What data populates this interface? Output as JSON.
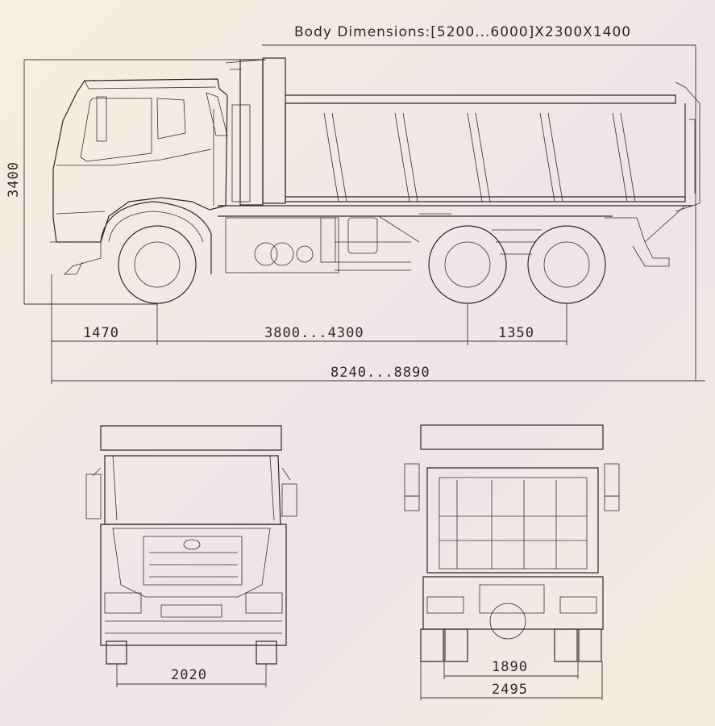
{
  "title": "Body Dimensions:[5200...6000]X2300X1400",
  "dimensions": {
    "height": "3400",
    "front_overhang": "1470",
    "wheelbase": "3800...4300",
    "rear_axle_spacing": "1350",
    "overall_length": "8240...8890",
    "front_track": "2020",
    "rear_track": "1890",
    "overall_width": "2495"
  },
  "colors": {
    "line": "#2a2a2a",
    "paper": "#f4ebe2"
  }
}
